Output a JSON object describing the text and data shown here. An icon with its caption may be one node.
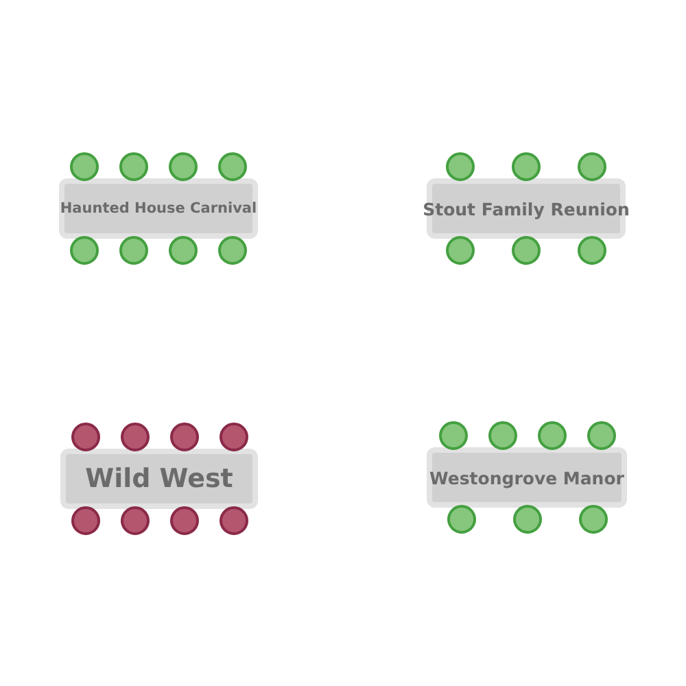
{
  "diagram": {
    "nodes": [
      {
        "text": [
          "Haunted House Carnival"
        ]
      },
      {
        "text": [],
        "shape": "circle"
      },
      {
        "text": [],
        "shape": "circle"
      },
      {
        "text": [],
        "shape": "circle"
      },
      {
        "text": [],
        "shape": "circle"
      },
      {
        "text": [],
        "shape": "circle"
      },
      {
        "text": [],
        "shape": "circle"
      },
      {
        "text": [],
        "shape": "circle"
      },
      {
        "text": [],
        "shape": "circle"
      },
      {
        "text": [
          "Stout Family Reunion"
        ]
      },
      {
        "text": [],
        "shape": "circle"
      },
      {
        "text": [],
        "shape": "circle"
      },
      {
        "text": [],
        "shape": "circle"
      },
      {
        "text": [],
        "shape": "circle"
      },
      {
        "text": [],
        "shape": "circle"
      },
      {
        "text": [],
        "shape": "circle"
      },
      {
        "text": [
          "Wild West"
        ]
      },
      {
        "text": [],
        "shape": "circle"
      },
      {
        "text": [],
        "shape": "circle"
      },
      {
        "text": [],
        "shape": "circle"
      },
      {
        "text": [],
        "shape": "circle"
      },
      {
        "text": [],
        "shape": "circle"
      },
      {
        "text": [],
        "shape": "circle"
      },
      {
        "text": [],
        "shape": "circle"
      },
      {
        "text": [],
        "shape": "circle"
      },
      {
        "text": [
          "Westongrove Manor"
        ]
      },
      {
        "text": [],
        "shape": "circle"
      },
      {
        "text": [],
        "shape": "circle"
      },
      {
        "text": [],
        "shape": "circle"
      },
      {
        "text": [],
        "shape": "circle"
      },
      {
        "text": [],
        "shape": "circle"
      },
      {
        "text": [],
        "shape": "circle"
      },
      {
        "text": [],
        "shape": "circle"
      }
    ]
  }
}
